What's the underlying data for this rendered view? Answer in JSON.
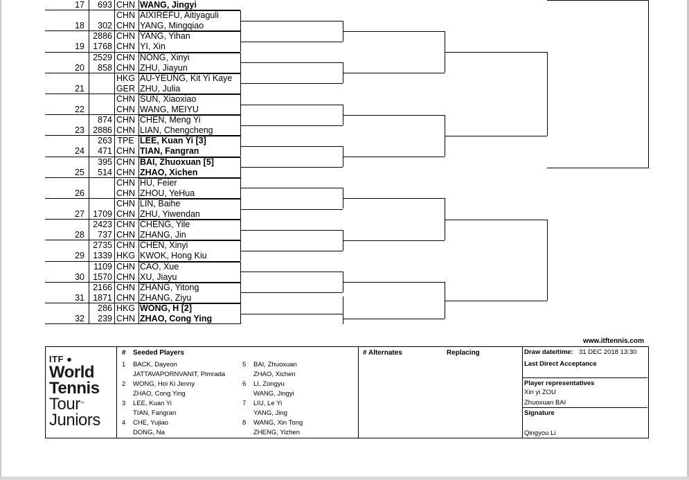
{
  "draw": {
    "rows": [
      {
        "num": "17",
        "rank": "693",
        "nat": "CHN",
        "name": "WANG, Jingyi",
        "seed": true
      },
      {
        "num": "",
        "rank": "",
        "nat": "CHN",
        "name": "AIXIREFU, Aitiyaguli",
        "seed": false
      },
      {
        "num": "18",
        "rank": "302",
        "nat": "CHN",
        "name": "YANG, Mingqiao",
        "seed": false
      },
      {
        "num": "",
        "rank": "2886",
        "nat": "CHN",
        "name": "YANG, Yihan",
        "seed": false
      },
      {
        "num": "19",
        "rank": "1768",
        "nat": "CHN",
        "name": "YI, Xin",
        "seed": false
      },
      {
        "num": "",
        "rank": "2529",
        "nat": "CHN",
        "name": "NONG, Xinyi",
        "seed": false
      },
      {
        "num": "20",
        "rank": "858",
        "nat": "CHN",
        "name": "ZHU, Jiayun",
        "seed": false
      },
      {
        "num": "",
        "rank": "",
        "nat": "HKG",
        "name": "AU-YEUNG, Kit Yi Kaye",
        "seed": false
      },
      {
        "num": "21",
        "rank": "",
        "nat": "GER",
        "name": "ZHU, Julia",
        "seed": false
      },
      {
        "num": "",
        "rank": "",
        "nat": "CHN",
        "name": "SUN, Xiaoxiao",
        "seed": false
      },
      {
        "num": "22",
        "rank": "",
        "nat": "CHN",
        "name": "WANG, MEIYU",
        "seed": false
      },
      {
        "num": "",
        "rank": "874",
        "nat": "CHN",
        "name": "CHEN, Meng Yi",
        "seed": false
      },
      {
        "num": "23",
        "rank": "2886",
        "nat": "CHN",
        "name": "LIAN, Chengcheng",
        "seed": false
      },
      {
        "num": "",
        "rank": "263",
        "nat": "TPE",
        "name": "LEE, Kuan Yi [3]",
        "seed": true
      },
      {
        "num": "24",
        "rank": "471",
        "nat": "CHN",
        "name": "TIAN, Fangran",
        "seed": true
      },
      {
        "num": "",
        "rank": "395",
        "nat": "CHN",
        "name": "BAI, Zhuoxuan [5]",
        "seed": true
      },
      {
        "num": "25",
        "rank": "514",
        "nat": "CHN",
        "name": "ZHAO, Xichen",
        "seed": true
      },
      {
        "num": "",
        "rank": "",
        "nat": "CHN",
        "name": "HU, Feier",
        "seed": false
      },
      {
        "num": "26",
        "rank": "",
        "nat": "CHN",
        "name": "ZHOU, YeHua",
        "seed": false
      },
      {
        "num": "",
        "rank": "",
        "nat": "CHN",
        "name": "LIN, Baihe",
        "seed": false
      },
      {
        "num": "27",
        "rank": "1709",
        "nat": "CHN",
        "name": "ZHU, Yiwendan",
        "seed": false
      },
      {
        "num": "",
        "rank": "2423",
        "nat": "CHN",
        "name": "CHENG, Yile",
        "seed": false
      },
      {
        "num": "28",
        "rank": "737",
        "nat": "CHN",
        "name": "ZHANG, Jin",
        "seed": false
      },
      {
        "num": "",
        "rank": "2735",
        "nat": "CHN",
        "name": "CHEN, Xinyi",
        "seed": false
      },
      {
        "num": "29",
        "rank": "1339",
        "nat": "HKG",
        "name": "KWOK, Hong Kiu",
        "seed": false
      },
      {
        "num": "",
        "rank": "1109",
        "nat": "CHN",
        "name": "CAO, Xue",
        "seed": false
      },
      {
        "num": "30",
        "rank": "1570",
        "nat": "CHN",
        "name": "XU, Jiayu",
        "seed": false
      },
      {
        "num": "",
        "rank": "2166",
        "nat": "CHN",
        "name": "ZHANG, Yitong",
        "seed": false
      },
      {
        "num": "31",
        "rank": "1871",
        "nat": "CHN",
        "name": "ZHANG, Ziyu",
        "seed": false
      },
      {
        "num": "",
        "rank": "286",
        "nat": "HKG",
        "name": "WONG, H [2]",
        "seed": true
      },
      {
        "num": "32",
        "rank": "239",
        "nat": "CHN",
        "name": "ZHAO, Cong  Ying",
        "seed": true
      }
    ]
  },
  "footer": {
    "website": "www.itftennis.com",
    "logo": {
      "itf": "ITF",
      "line1": "World",
      "line2": "Tennis",
      "line3": "Tour",
      "line4": "Juniors",
      "tm": "™"
    },
    "seeded_header": {
      "hash": "#",
      "title": "Seeded Players"
    },
    "seeds": [
      {
        "n": "1",
        "p1": "BACK, Dayeon",
        "p2": "JATTAVAPORNVANIT, Pimrada"
      },
      {
        "n": "2",
        "p1": "WONG, Hoi Ki Jenny",
        "p2": "ZHAO, Cong  Ying"
      },
      {
        "n": "3",
        "p1": "LEE, Kuan Yi",
        "p2": "TIAN, Fangran"
      },
      {
        "n": "4",
        "p1": "CHE, Yujiao",
        "p2": "DONG, Na"
      },
      {
        "n": "5",
        "p1": "BAI, Zhuoxuan",
        "p2": "ZHAO, Xichen"
      },
      {
        "n": "6",
        "p1": "LI, Zongyu",
        "p2": "WANG, Jingyi"
      },
      {
        "n": "7",
        "p1": "LIU, Le Yi",
        "p2": "YANG, Jing"
      },
      {
        "n": "8",
        "p1": "WANG, Xin Tong",
        "p2": "ZHENG, Yizhen"
      }
    ],
    "alternates_header": "# Alternates",
    "replacing_header": "Replacing",
    "draw_date_label": "Draw date/time:",
    "draw_date_value": "31 DEC 2018 13:30",
    "last_direct_label": "Last Direct Acceptance",
    "player_reps_label": "Player representatives",
    "player_reps": [
      "Xin yi ZOU",
      "Zhuoxuan BAI"
    ],
    "signature_label": "Signature",
    "signature_value": "Qingyou Li"
  }
}
